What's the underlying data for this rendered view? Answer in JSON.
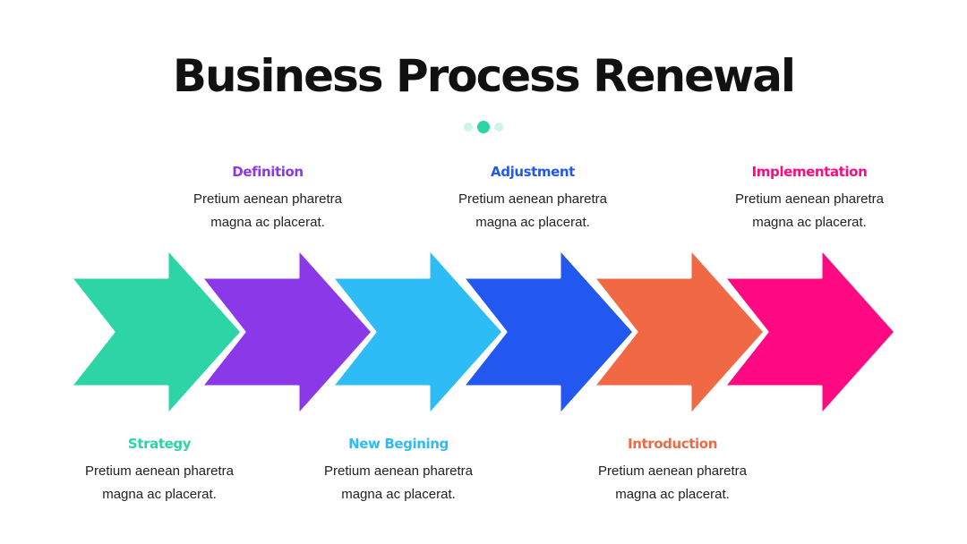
{
  "title": "Business Process Renewal",
  "steps": [
    {
      "name": "Strategy",
      "desc": "Pretium aenean pharetra magna ac placerat.",
      "color": "#2DD4A6"
    },
    {
      "name": "Definition",
      "desc": "Pretium aenean pharetra magna ac placerat.",
      "color": "#8A38E8"
    },
    {
      "name": "New Begining",
      "desc": "Pretium aenean pharetra magna ac placerat.",
      "color": "#2EBCF7"
    },
    {
      "name": "Adjustment",
      "desc": "Pretium aenean pharetra magna ac placerat.",
      "color": "#2358F0"
    },
    {
      "name": "Introduction",
      "desc": "Pretium aenean pharetra magna ac placerat.",
      "color": "#F06844"
    },
    {
      "name": "Implementation",
      "desc": "Pretium aenean pharetra magna ac placerat.",
      "color": "#FF0A82"
    }
  ],
  "pager": {
    "active_index": 1,
    "count": 3,
    "active_color": "#2DD4A6",
    "inactive_color": "#CFF3E9"
  }
}
